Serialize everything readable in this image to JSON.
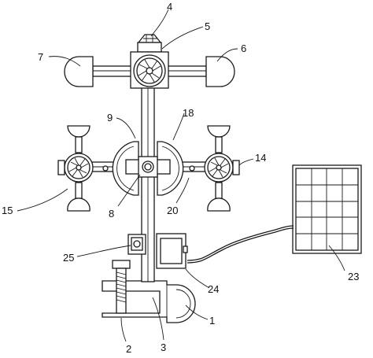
{
  "labels": {
    "l1": "1",
    "l2": "2",
    "l3": "3",
    "l4": "4",
    "l5": "5",
    "l6": "6",
    "l7": "7",
    "l8": "8",
    "l9": "9",
    "l14": "14",
    "l15": "15",
    "l18": "18",
    "l20": "20",
    "l23": "23",
    "l24": "24",
    "l25": "25"
  }
}
